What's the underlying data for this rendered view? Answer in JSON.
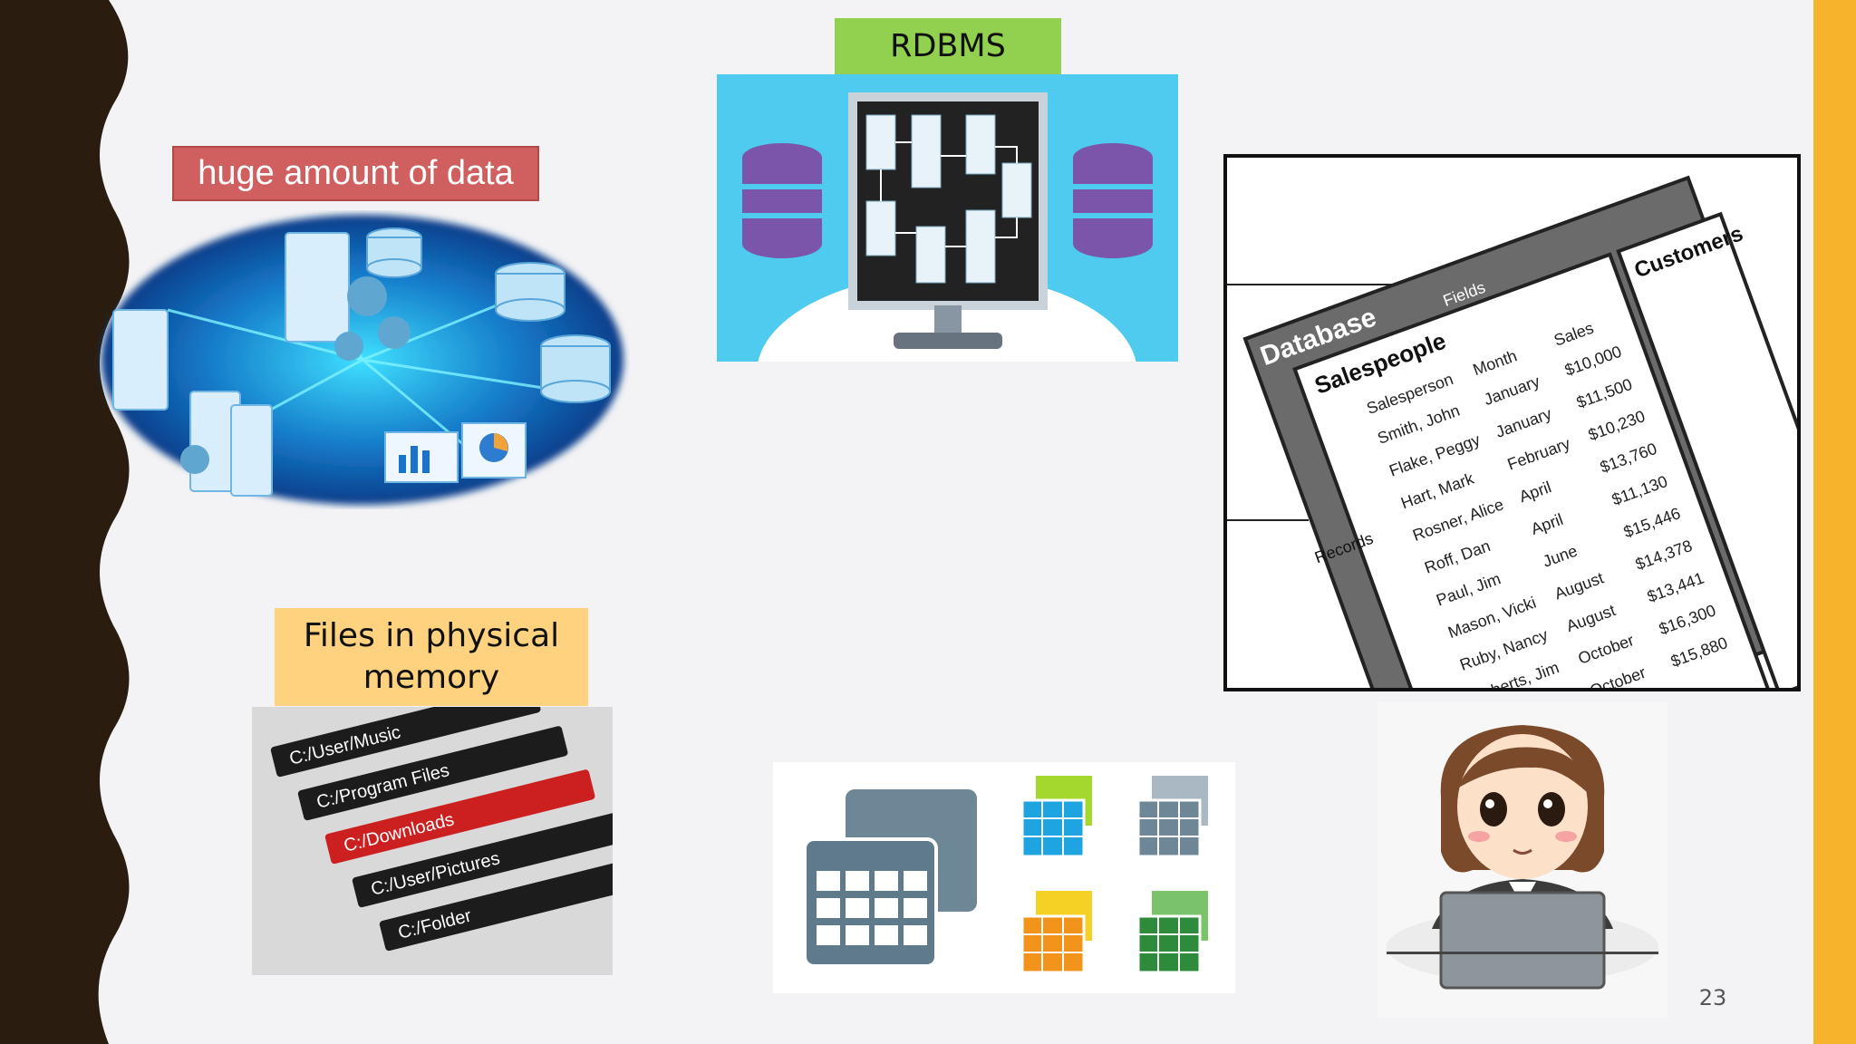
{
  "labels": {
    "huge_data": "huge amount of data",
    "rdbms": "RDBMS",
    "files_line1": "Files in physical",
    "files_line2": "memory"
  },
  "page_number": "23",
  "db_illustration": {
    "database_label": "Database",
    "fields_label": "Fields",
    "records_label": "Records",
    "table_name": "Salespeople",
    "other_table": "Customers",
    "columns": [
      "Salesperson",
      "Month",
      "Sales"
    ],
    "rows": [
      [
        "Smith, John",
        "January",
        "$10,000"
      ],
      [
        "Flake, Peggy",
        "January",
        "$11,500"
      ],
      [
        "Hart, Mark",
        "February",
        "$10,230"
      ],
      [
        "Rosner, Alice",
        "April",
        "$13,760"
      ],
      [
        "Roff, Dan",
        "April",
        "$11,130"
      ],
      [
        "Paul, Jim",
        "June",
        "$15,446"
      ],
      [
        "Mason, Vicki",
        "August",
        "$14,378"
      ],
      [
        "Ruby, Nancy",
        "August",
        "$13,441"
      ],
      [
        "Roberts, Jim",
        "October",
        "$16,300"
      ],
      [
        "",
        "October",
        "$15,880"
      ]
    ]
  },
  "file_paths": [
    "C:/User/Music",
    "C:/Program Files",
    "C:/Downloads",
    "C:/User/Pictures",
    "C:/Folder"
  ],
  "colors": {
    "right_band": "#f7b32b",
    "left_band": "#2a1d10",
    "huge_label_bg": "#d0605f",
    "rdbms_label_bg": "#92d050",
    "files_label_bg": "#ffd27f"
  }
}
